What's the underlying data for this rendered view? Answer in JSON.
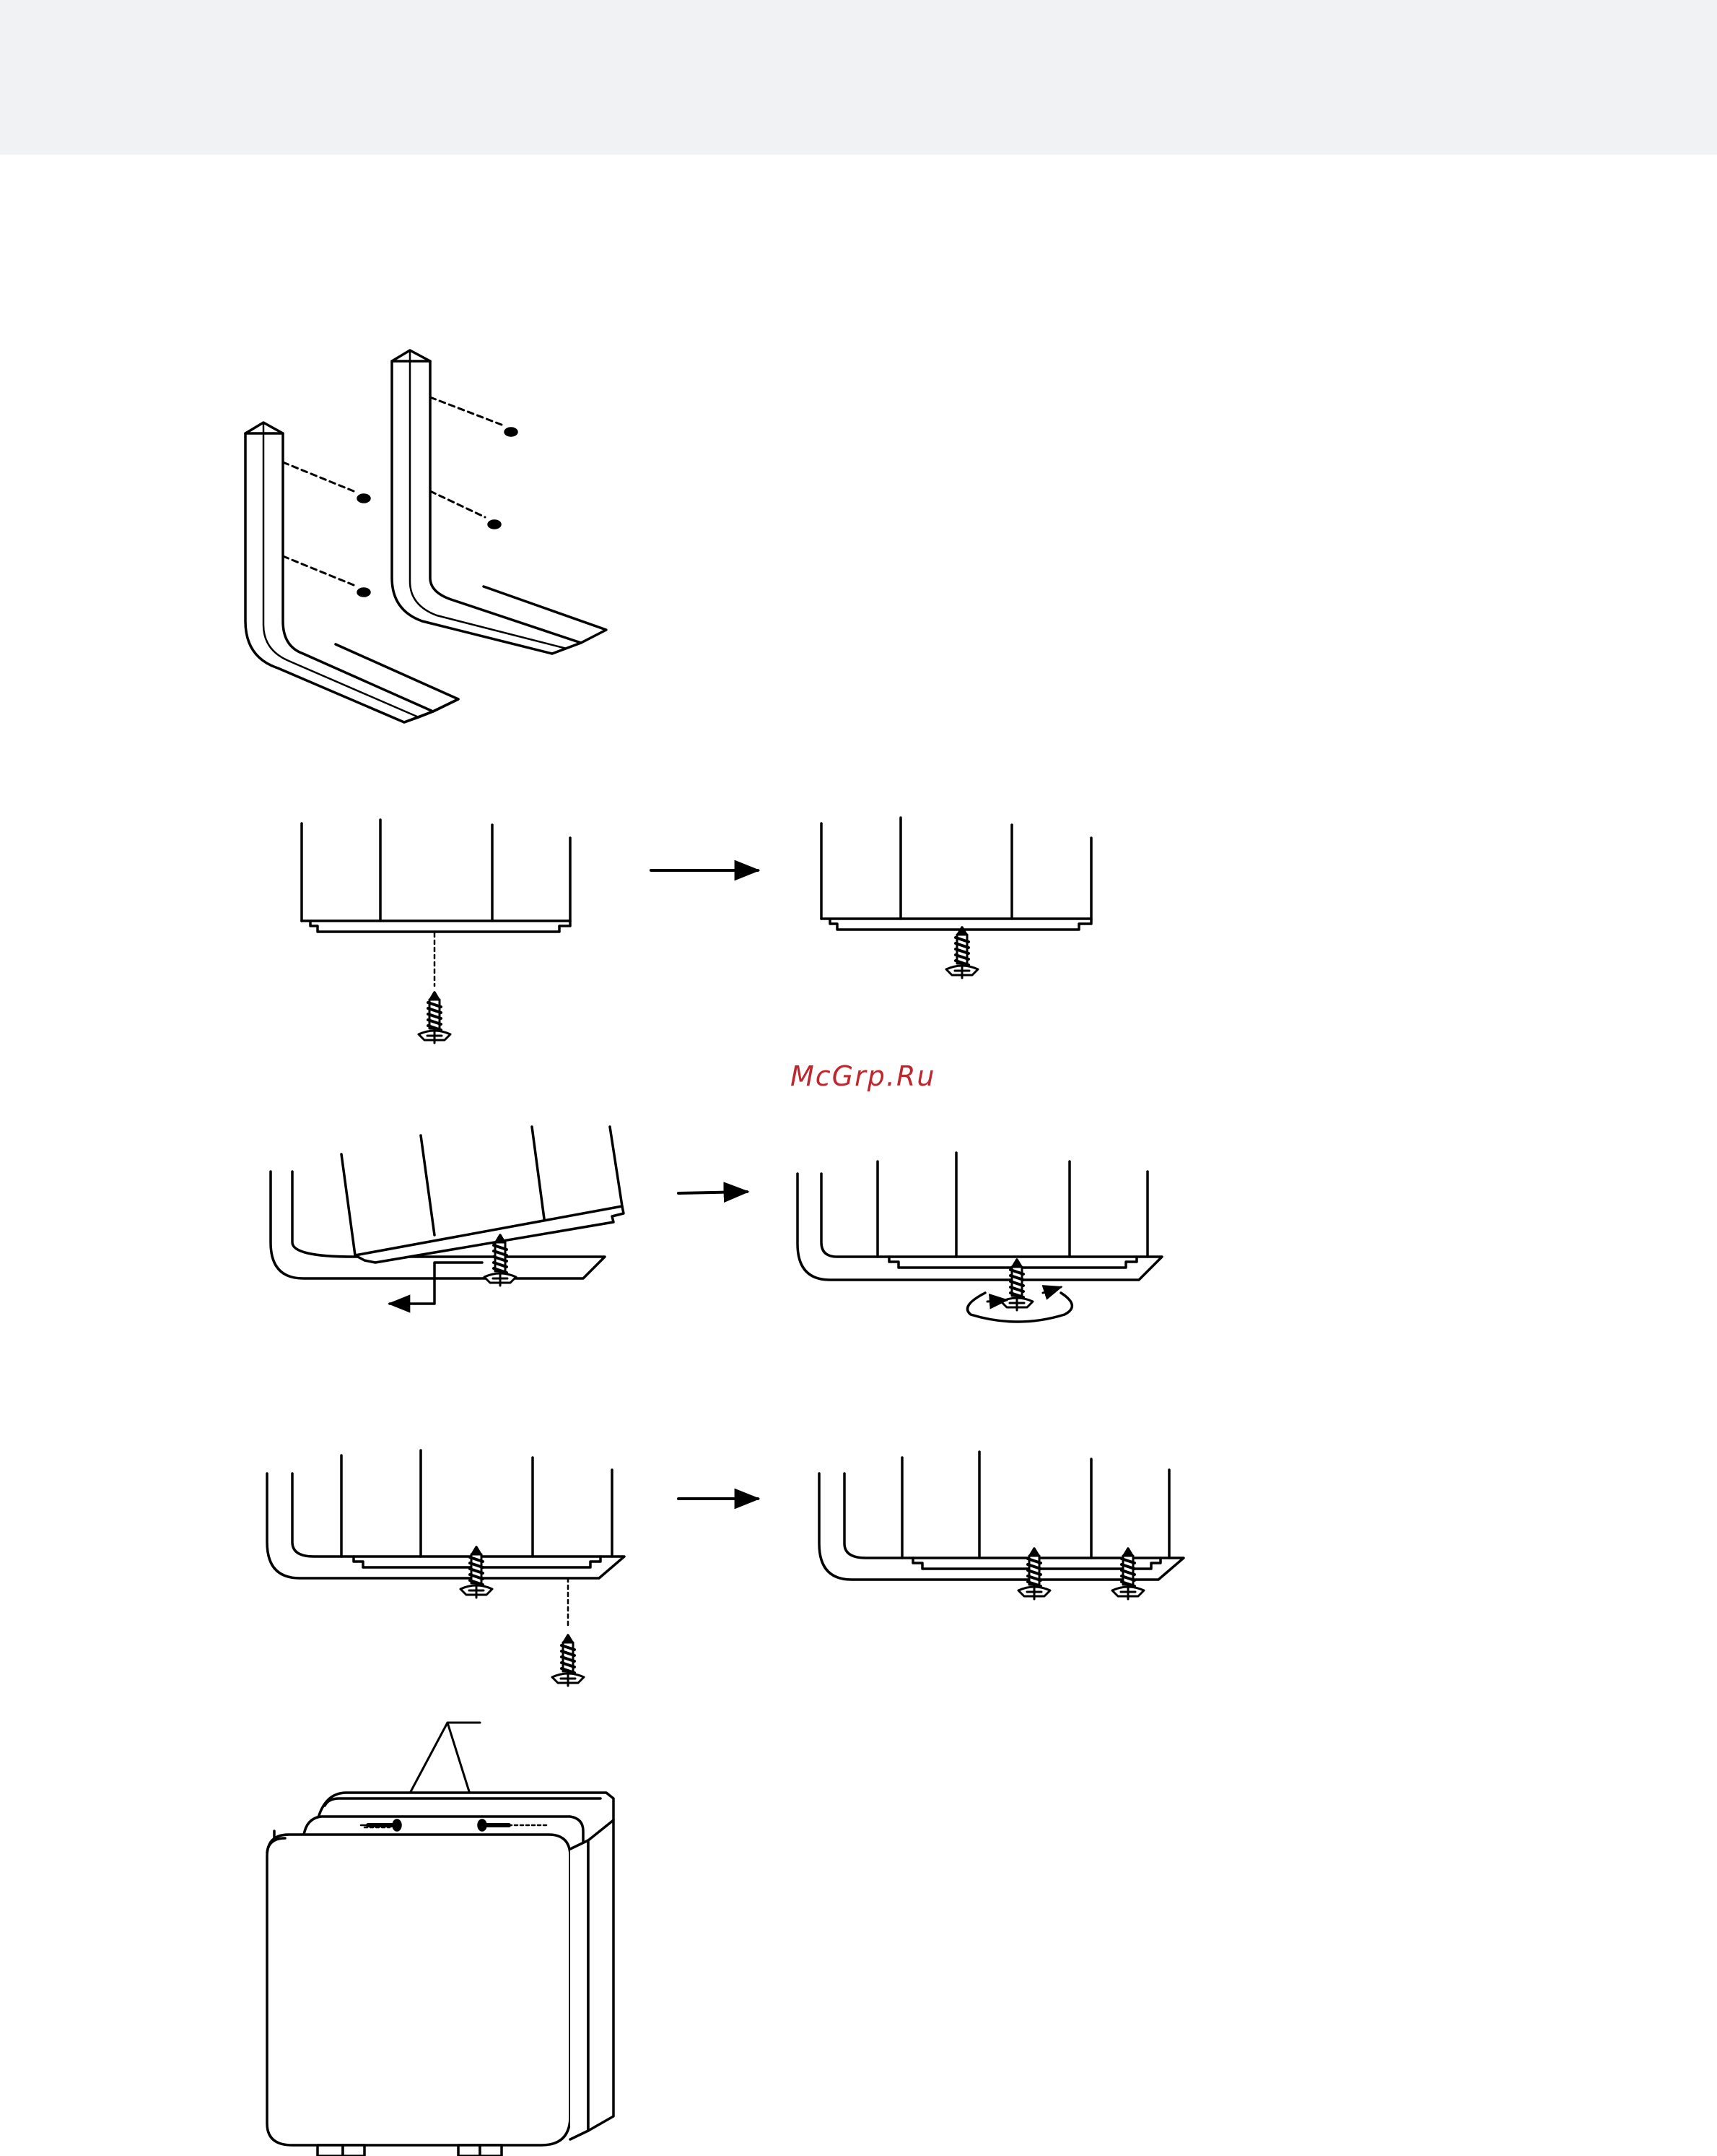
{
  "watermark": {
    "text": "McGrp.Ru",
    "color": "#c0262d"
  },
  "colors": {
    "line": "#000000",
    "top_band": "#f1f2f4",
    "background": "#ffffff"
  },
  "figures": [
    {
      "id": "brackets-with-screws",
      "icon": "l-bracket-pair-icon"
    },
    {
      "id": "attach-screw-step",
      "icon": "screw-icon"
    },
    {
      "id": "slide-and-tighten-step",
      "icon": "rotate-arrow-icon"
    },
    {
      "id": "second-screw-step",
      "icon": "screw-icon"
    },
    {
      "id": "mounted-unit",
      "icon": "unit-box-icon"
    }
  ]
}
